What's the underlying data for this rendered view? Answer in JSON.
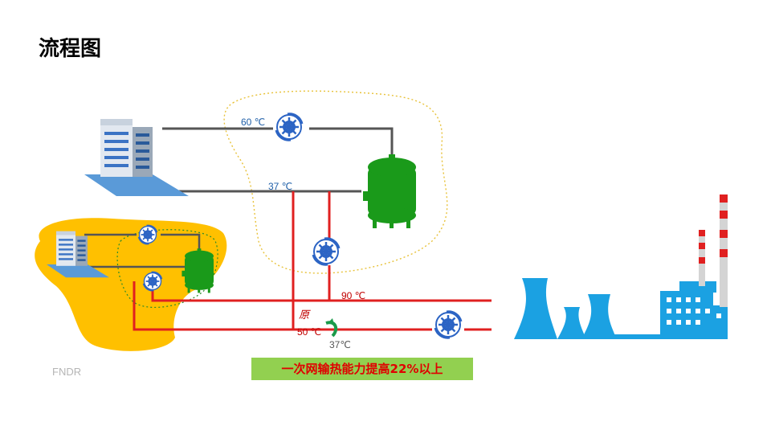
{
  "title": "流程图",
  "temperatures": {
    "t_60": "60 ℃",
    "t_37_top": "37 ℃",
    "t_90": "90 ℃",
    "t_50": "50 ℃",
    "t_37_bottom": "37℃"
  },
  "watermark": "FNDR",
  "benefit_banner": "一次网输热能力提高22%以上",
  "colors": {
    "supply_line": "#e02020",
    "return_line": "#555555",
    "tank_green": "#1a9a1a",
    "bg_area": "#ffc000",
    "plant_blue": "#1ba1e2",
    "banner_bg": "#92d050",
    "banner_text": "#e00000",
    "temp_text": "#1f5fa8",
    "dotted_boundary": "#e8c23a"
  },
  "icons": [
    "building-icon",
    "pump-icon",
    "storage-tank-icon",
    "power-plant-icon",
    "return-arrow-icon"
  ]
}
